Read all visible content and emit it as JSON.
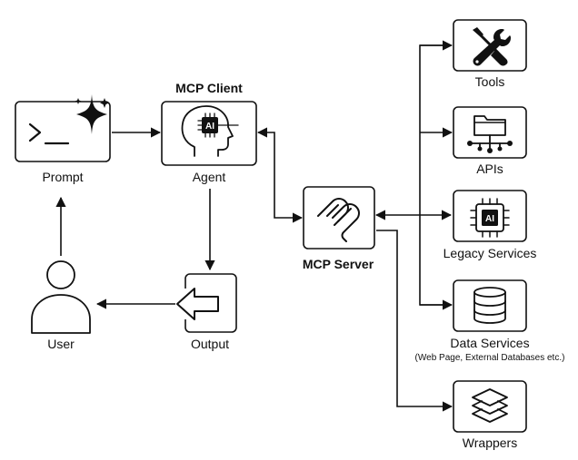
{
  "nodes": {
    "prompt": {
      "label": "Prompt",
      "icon": "terminal-sparkle-icon"
    },
    "mcp_client": {
      "heading": "MCP Client",
      "label": "Agent",
      "icon": "ai-head-icon",
      "chip_text": "AI"
    },
    "output": {
      "label": "Output",
      "icon": "output-arrow-icon"
    },
    "user": {
      "label": "User",
      "icon": "user-icon"
    },
    "mcp_server": {
      "label": "MCP Server",
      "icon": "mcp-logo-icon"
    },
    "tools": {
      "label": "Tools",
      "icon": "wrench-screwdriver-icon"
    },
    "apis": {
      "label": "APIs",
      "icon": "folder-network-icon"
    },
    "legacy": {
      "label": "Legacy Services",
      "icon": "ai-chip-icon",
      "chip_text": "AI"
    },
    "data": {
      "label": "Data Services",
      "sublabel": "(Web Page, External Databases etc.)",
      "icon": "database-icon"
    },
    "wrappers": {
      "label": "Wrappers",
      "icon": "layers-icon"
    }
  },
  "colors": {
    "stroke": "#111111",
    "background": "#ffffff",
    "chip_fill": "#111111",
    "chip_text": "#ffffff"
  }
}
